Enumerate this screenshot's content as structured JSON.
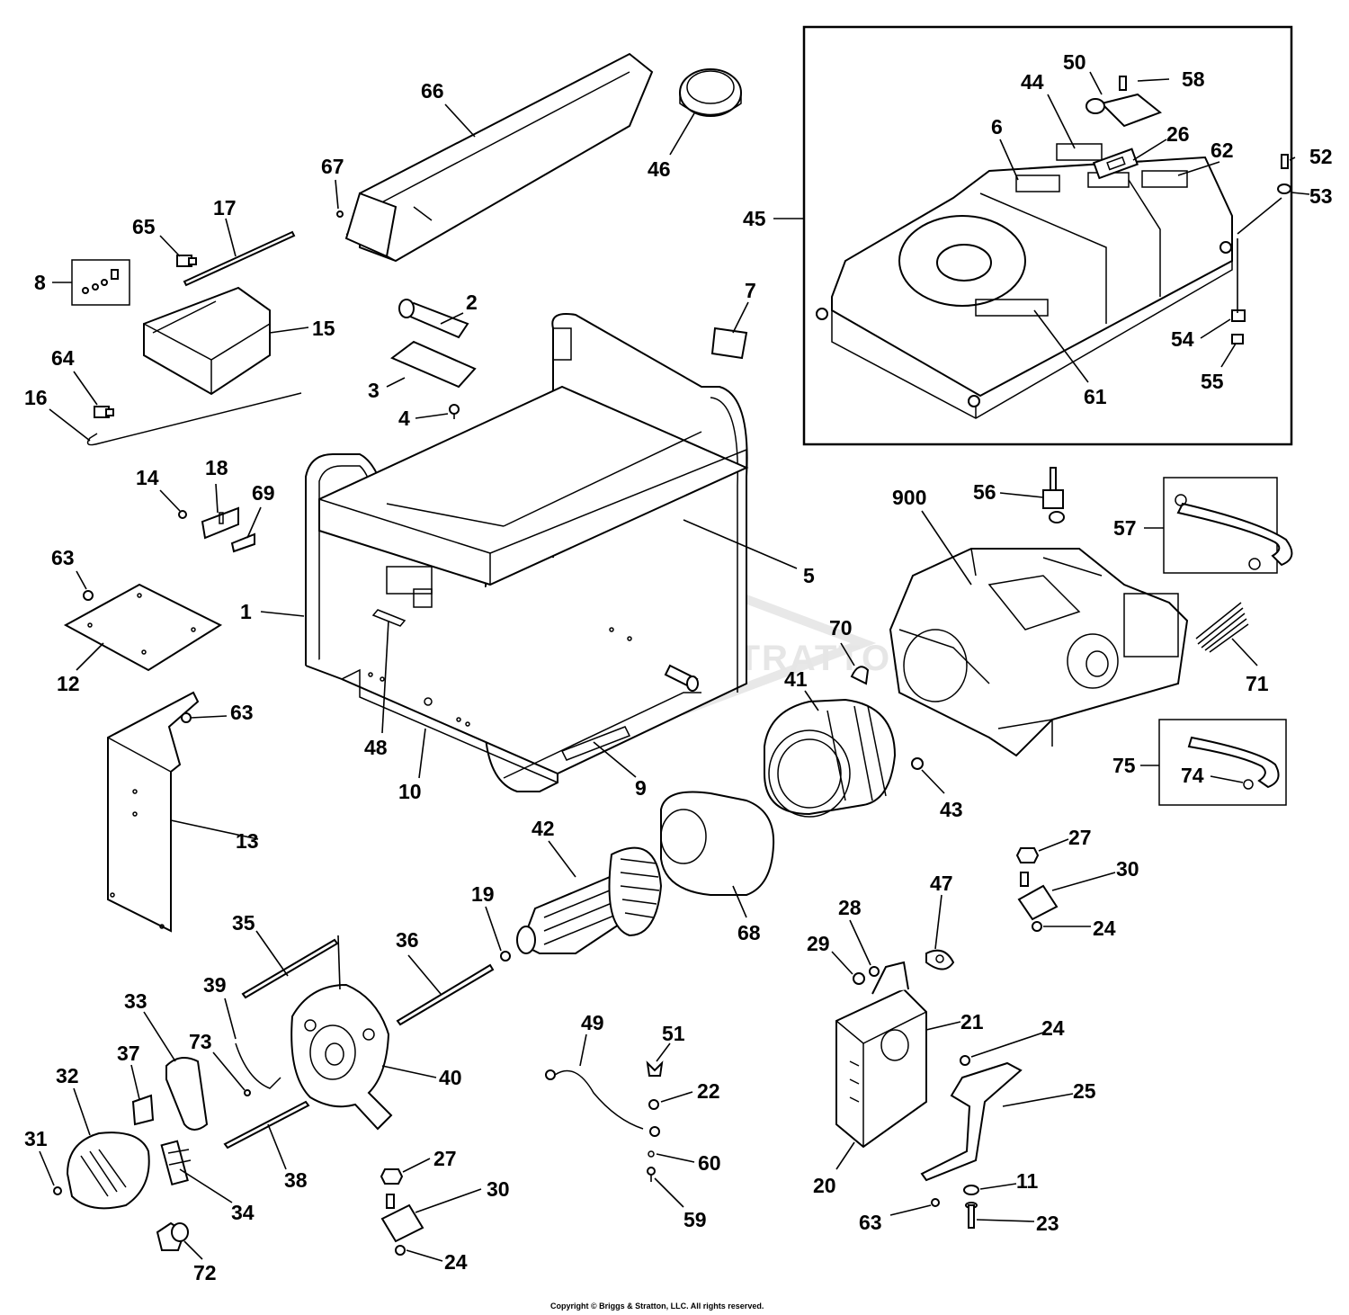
{
  "watermark": "BRIGGS & STRATTON",
  "copyright": "Copyright © Briggs & Stratton, LLC. All rights reserved.",
  "callouts": [
    {
      "id": "c66",
      "label": "66"
    },
    {
      "id": "c67",
      "label": "67"
    },
    {
      "id": "c46",
      "label": "46"
    },
    {
      "id": "c50",
      "label": "50"
    },
    {
      "id": "c58",
      "label": "58"
    },
    {
      "id": "c44",
      "label": "44"
    },
    {
      "id": "c6",
      "label": "6"
    },
    {
      "id": "c26",
      "label": "26"
    },
    {
      "id": "c62",
      "label": "62"
    },
    {
      "id": "c52",
      "label": "52"
    },
    {
      "id": "c53",
      "label": "53"
    },
    {
      "id": "c45",
      "label": "45"
    },
    {
      "id": "c54",
      "label": "54"
    },
    {
      "id": "c55",
      "label": "55"
    },
    {
      "id": "c61",
      "label": "61"
    },
    {
      "id": "c17",
      "label": "17"
    },
    {
      "id": "c65",
      "label": "65"
    },
    {
      "id": "c8",
      "label": "8"
    },
    {
      "id": "c15",
      "label": "15"
    },
    {
      "id": "c64",
      "label": "64"
    },
    {
      "id": "c16",
      "label": "16"
    },
    {
      "id": "c2",
      "label": "2"
    },
    {
      "id": "c3",
      "label": "3"
    },
    {
      "id": "c4",
      "label": "4"
    },
    {
      "id": "c7",
      "label": "7"
    },
    {
      "id": "c14",
      "label": "14"
    },
    {
      "id": "c18",
      "label": "18"
    },
    {
      "id": "c69",
      "label": "69"
    },
    {
      "id": "c63a",
      "label": "63"
    },
    {
      "id": "c12",
      "label": "12"
    },
    {
      "id": "c1",
      "label": "1"
    },
    {
      "id": "c5",
      "label": "5"
    },
    {
      "id": "c48",
      "label": "48"
    },
    {
      "id": "c10",
      "label": "10"
    },
    {
      "id": "c9",
      "label": "9"
    },
    {
      "id": "c63b",
      "label": "63"
    },
    {
      "id": "c13",
      "label": "13"
    },
    {
      "id": "c56",
      "label": "56"
    },
    {
      "id": "c900",
      "label": "900"
    },
    {
      "id": "c57",
      "label": "57"
    },
    {
      "id": "c70",
      "label": "70"
    },
    {
      "id": "c41",
      "label": "41"
    },
    {
      "id": "c71",
      "label": "71"
    },
    {
      "id": "c75",
      "label": "75"
    },
    {
      "id": "c74",
      "label": "74"
    },
    {
      "id": "c43",
      "label": "43"
    },
    {
      "id": "c42",
      "label": "42"
    },
    {
      "id": "c19",
      "label": "19"
    },
    {
      "id": "c68",
      "label": "68"
    },
    {
      "id": "c27a",
      "label": "27"
    },
    {
      "id": "c30a",
      "label": "30"
    },
    {
      "id": "c24a",
      "label": "24"
    },
    {
      "id": "c47",
      "label": "47"
    },
    {
      "id": "c28",
      "label": "28"
    },
    {
      "id": "c29",
      "label": "29"
    },
    {
      "id": "c21",
      "label": "21"
    },
    {
      "id": "c24b",
      "label": "24"
    },
    {
      "id": "c25",
      "label": "25"
    },
    {
      "id": "c20",
      "label": "20"
    },
    {
      "id": "c11",
      "label": "11"
    },
    {
      "id": "c63c",
      "label": "63"
    },
    {
      "id": "c23",
      "label": "23"
    },
    {
      "id": "c35",
      "label": "35"
    },
    {
      "id": "c36",
      "label": "36"
    },
    {
      "id": "c39",
      "label": "39"
    },
    {
      "id": "c33",
      "label": "33"
    },
    {
      "id": "c73",
      "label": "73"
    },
    {
      "id": "c40",
      "label": "40"
    },
    {
      "id": "c37",
      "label": "37"
    },
    {
      "id": "c32",
      "label": "32"
    },
    {
      "id": "c31",
      "label": "31"
    },
    {
      "id": "c34",
      "label": "34"
    },
    {
      "id": "c38",
      "label": "38"
    },
    {
      "id": "c72",
      "label": "72"
    },
    {
      "id": "c49",
      "label": "49"
    },
    {
      "id": "c51",
      "label": "51"
    },
    {
      "id": "c22",
      "label": "22"
    },
    {
      "id": "c60",
      "label": "60"
    },
    {
      "id": "c59",
      "label": "59"
    },
    {
      "id": "c27b",
      "label": "27"
    },
    {
      "id": "c30b",
      "label": "30"
    },
    {
      "id": "c24c",
      "label": "24"
    }
  ]
}
